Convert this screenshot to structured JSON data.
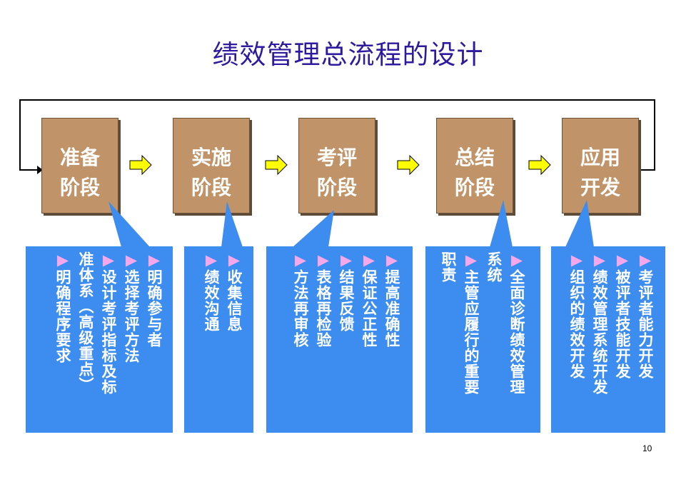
{
  "title": "绩效管理总流程的设计",
  "page_number": "10",
  "colors": {
    "stage_fill": "#c09468",
    "callout_fill": "#3d8cf0",
    "arrow_fill": "#ffff00",
    "title": "#2d1a9e",
    "bullet": "#f6a8ea"
  },
  "icons": {
    "bullet": "triangle-bullet",
    "flow": "right-arrow-icon"
  },
  "stages": [
    {
      "label": "准备\n阶段",
      "columns": [
        "▶明确参与者",
        "▶选择考评方法",
        "▶设计考评指标及标",
        "准体系（高级重点）",
        "▶明确程序要求"
      ]
    },
    {
      "label": "实施\n阶段",
      "columns": [
        "▶收集信息",
        "▶绩效沟通"
      ]
    },
    {
      "label": "考评\n阶段",
      "columns": [
        "▶提高准确性",
        "▶保证公正性",
        "▶结果反馈",
        "▶表格再检验",
        "▶方法再审核"
      ]
    },
    {
      "label": "总结\n阶段",
      "columns": [
        "▶全面诊断绩效管理",
        "系统",
        "▶主管应履行的重要",
        "职责"
      ]
    },
    {
      "label": "应用\n开发",
      "columns": [
        "▶考评者能力开发",
        "▶被评者技能开发",
        "▶绩效管理系统开发",
        "▶组织的绩效开发"
      ]
    }
  ]
}
